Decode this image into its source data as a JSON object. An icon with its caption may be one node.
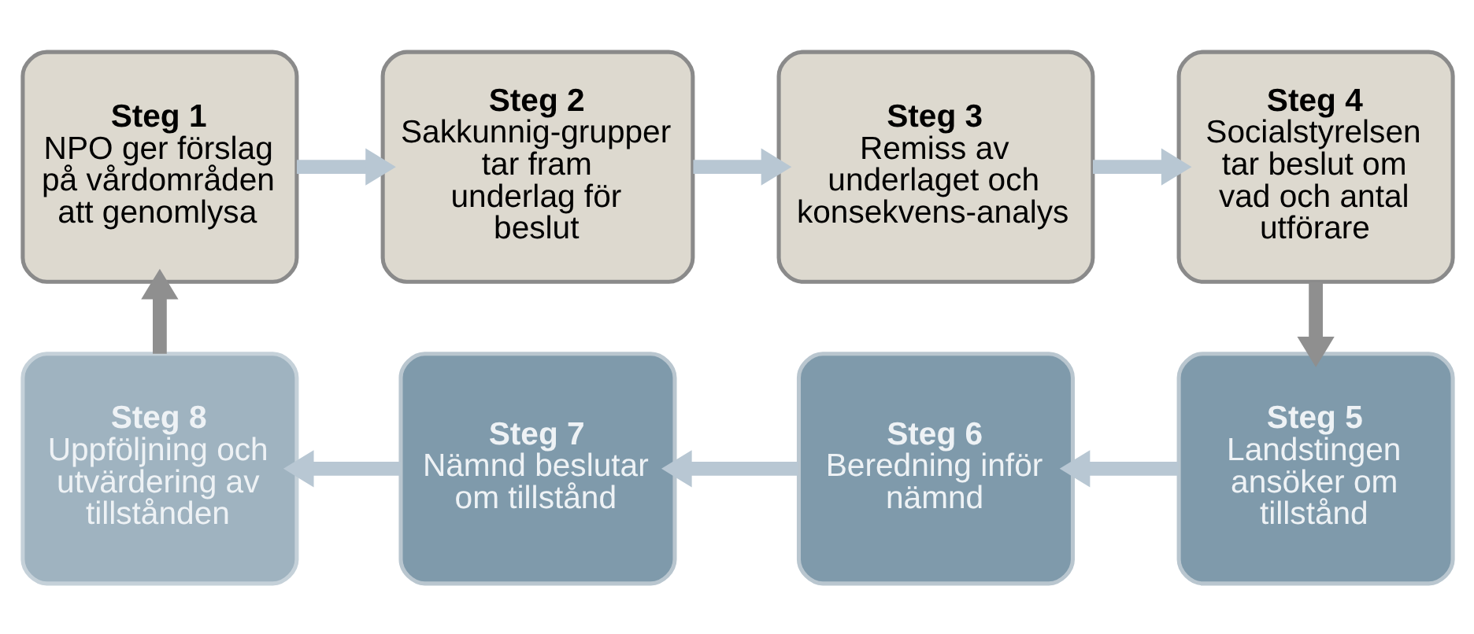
{
  "diagram": {
    "nodes": [
      {
        "text": [
          "Steg 1",
          "NPO ger förslag på vårdområden att genomlysa"
        ]
      },
      {
        "text": [
          "Steg 2",
          "Sakkunnig-grupper tar fram underlag för beslut"
        ]
      },
      {
        "text": [
          "Steg 3",
          "Remiss av underlaget och konsekvens-analys"
        ]
      },
      {
        "text": [
          "Steg 4",
          "Socialstyrelsen tar beslut om vad och antal utförare"
        ]
      },
      {
        "text": [
          "Steg 5",
          "Landstingen ansöker om tillstånd"
        ]
      },
      {
        "text": [
          "Steg 6",
          "Beredning inför nämnd"
        ]
      },
      {
        "text": [
          "Steg 7",
          "Nämnd beslutar om tillstånd"
        ]
      },
      {
        "text": [
          "Steg 8",
          "Uppföljning och utvärdering av tillstånden"
        ]
      }
    ],
    "edges": [
      {
        "from": 0,
        "to": 1,
        "arrow": "to"
      },
      {
        "from": 1,
        "to": 2,
        "arrow": "to"
      },
      {
        "from": 2,
        "to": 3,
        "arrow": "to"
      },
      {
        "from": 3,
        "to": 4,
        "arrow": "to",
        "color": "#8f8f8f"
      },
      {
        "from": 4,
        "to": 5,
        "arrow": "to"
      },
      {
        "from": 5,
        "to": 6,
        "arrow": "to"
      },
      {
        "from": 6,
        "to": 7,
        "arrow": "to"
      },
      {
        "from": 7,
        "to": 0,
        "arrow": "to",
        "color": "#8f8f8f"
      }
    ]
  }
}
